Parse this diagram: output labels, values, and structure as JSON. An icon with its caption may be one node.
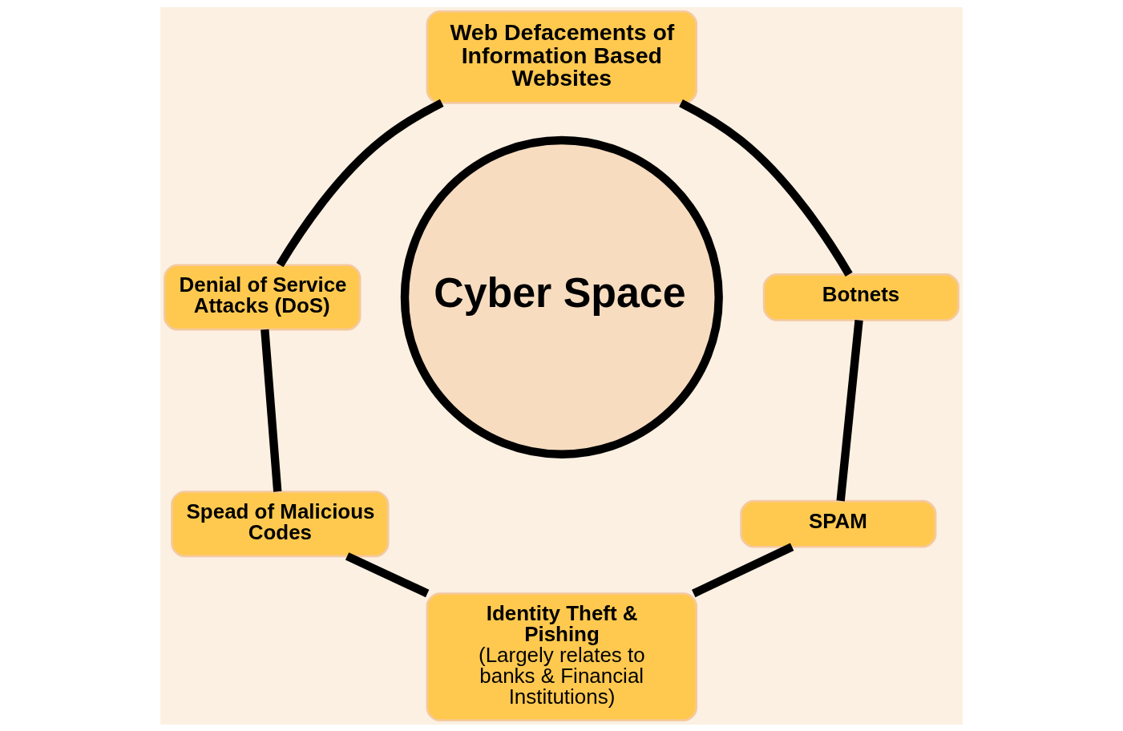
{
  "diagram": {
    "nodes": [
      {
        "text": [
          "Web Defacements of Information Based Websites"
        ]
      },
      {
        "text": [
          "Denial of Service Attacks (DoS)"
        ]
      },
      {
        "text": [
          "Botnets"
        ]
      },
      {
        "text": [
          "Cyber Space"
        ]
      },
      {
        "text": [
          "Spead of Malicious Codes"
        ]
      },
      {
        "text": [
          "SPAM"
        ]
      },
      {
        "text": [
          "Identity Theft & Pishing",
          "(Largely relates to banks & Financial Institutions)"
        ]
      }
    ],
    "edges": [
      {
        "from": 0,
        "to": 2,
        "arrow": "none"
      },
      {
        "from": 2,
        "to": 5,
        "arrow": "none"
      },
      {
        "from": 5,
        "to": 6,
        "arrow": "none"
      },
      {
        "from": 4,
        "to": 6,
        "arrow": "none"
      },
      {
        "from": 1,
        "to": 4,
        "arrow": "none"
      },
      {
        "from": 0,
        "to": 1,
        "arrow": "none"
      }
    ]
  }
}
